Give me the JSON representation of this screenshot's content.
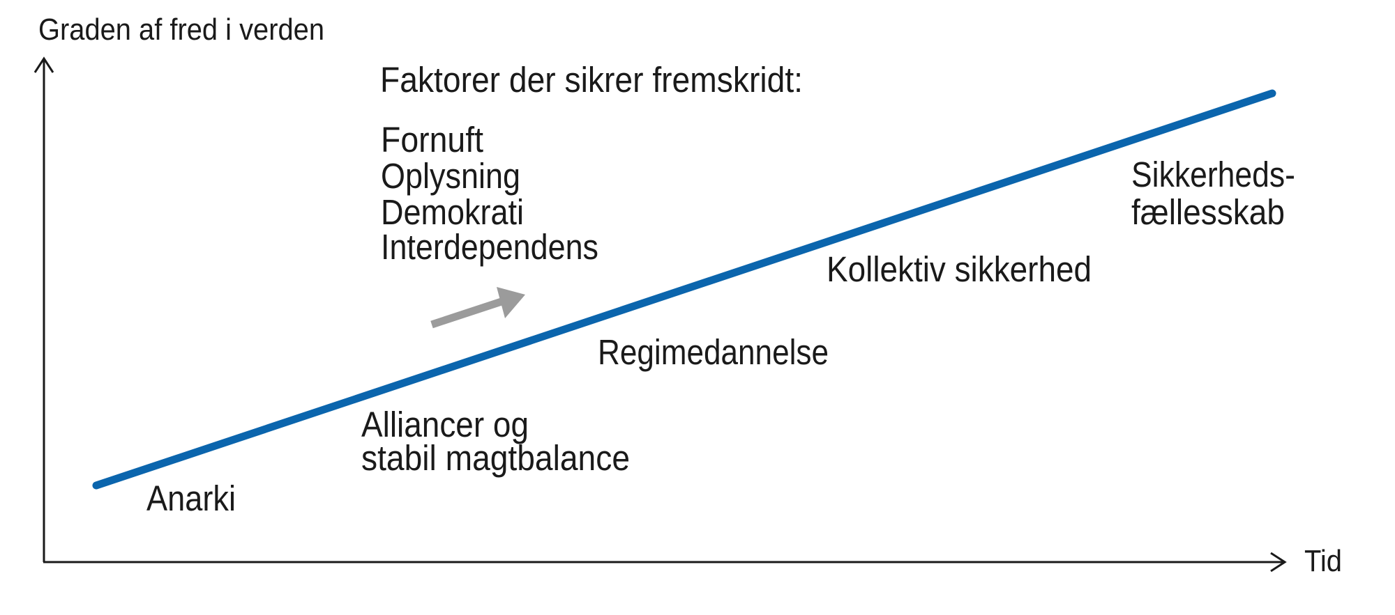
{
  "diagram": {
    "y_axis_label": "Graden af fred i verden",
    "x_axis_label": "Tid",
    "factors": {
      "heading": "Faktorer der sikrer fremskridt:",
      "items": [
        "Fornuft",
        "Oplysning",
        "Demokrati",
        "Interdependens"
      ]
    },
    "stages": [
      {
        "label": "Anarki"
      },
      {
        "label_line1": "Alliancer og",
        "label_line2": "stabil magtbalance"
      },
      {
        "label": "Regimedannelse"
      },
      {
        "label": "Kollektiv sikkerhed"
      },
      {
        "label_line1": "Sikkerheds-",
        "label_line2": "fællesskab"
      }
    ],
    "colors": {
      "trend_line": "#0b65ad",
      "progress_arrow": "#9b9b9b",
      "axes": "#1a1a1a",
      "text": "#1a1a1a"
    }
  }
}
